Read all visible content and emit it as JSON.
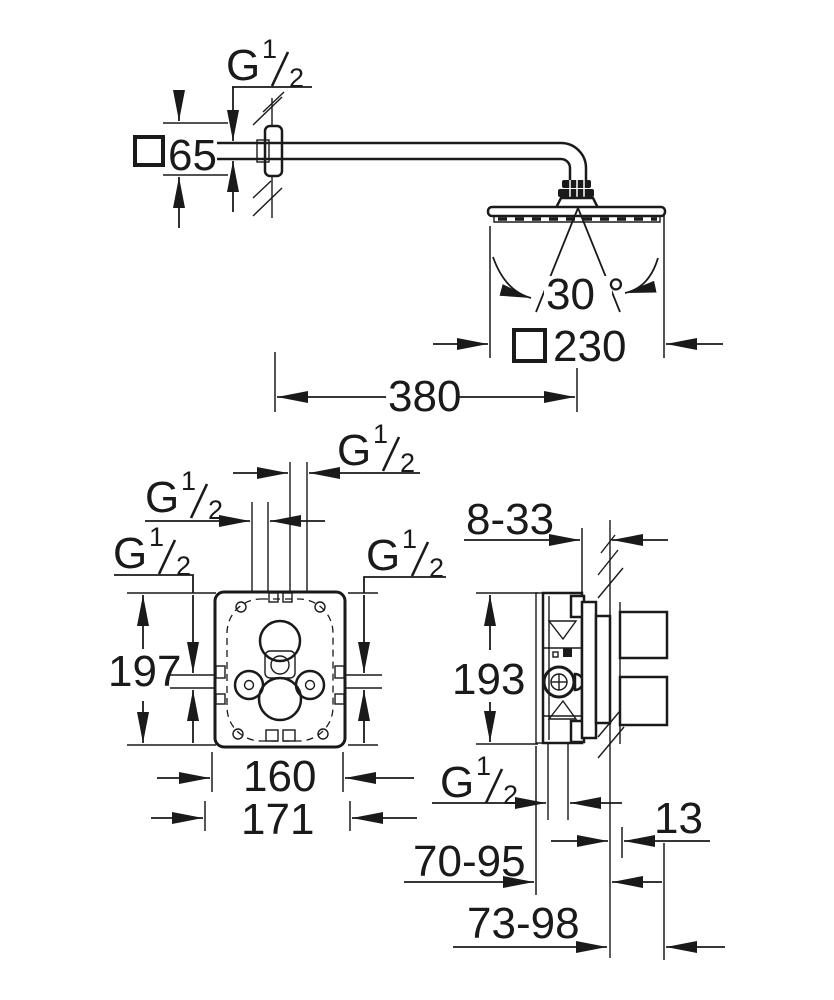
{
  "thread_label": {
    "g": "G",
    "num": "1",
    "den": "2",
    "text": "G 1/2"
  },
  "top_view": {
    "escutcheon_size": "65",
    "arm_length": "380",
    "head_size": "230",
    "spray_angle": "30 °"
  },
  "front_view": {
    "height": "197",
    "width": "160",
    "flange_width": "171"
  },
  "side_view": {
    "mounting_depth": "8-33",
    "height": "193",
    "trim_distance": "13",
    "depth_range_wall": "70-95",
    "depth_range_trim": "73-98"
  },
  "colors": {
    "ink": "#1a1a1a",
    "background": "#ffffff"
  }
}
